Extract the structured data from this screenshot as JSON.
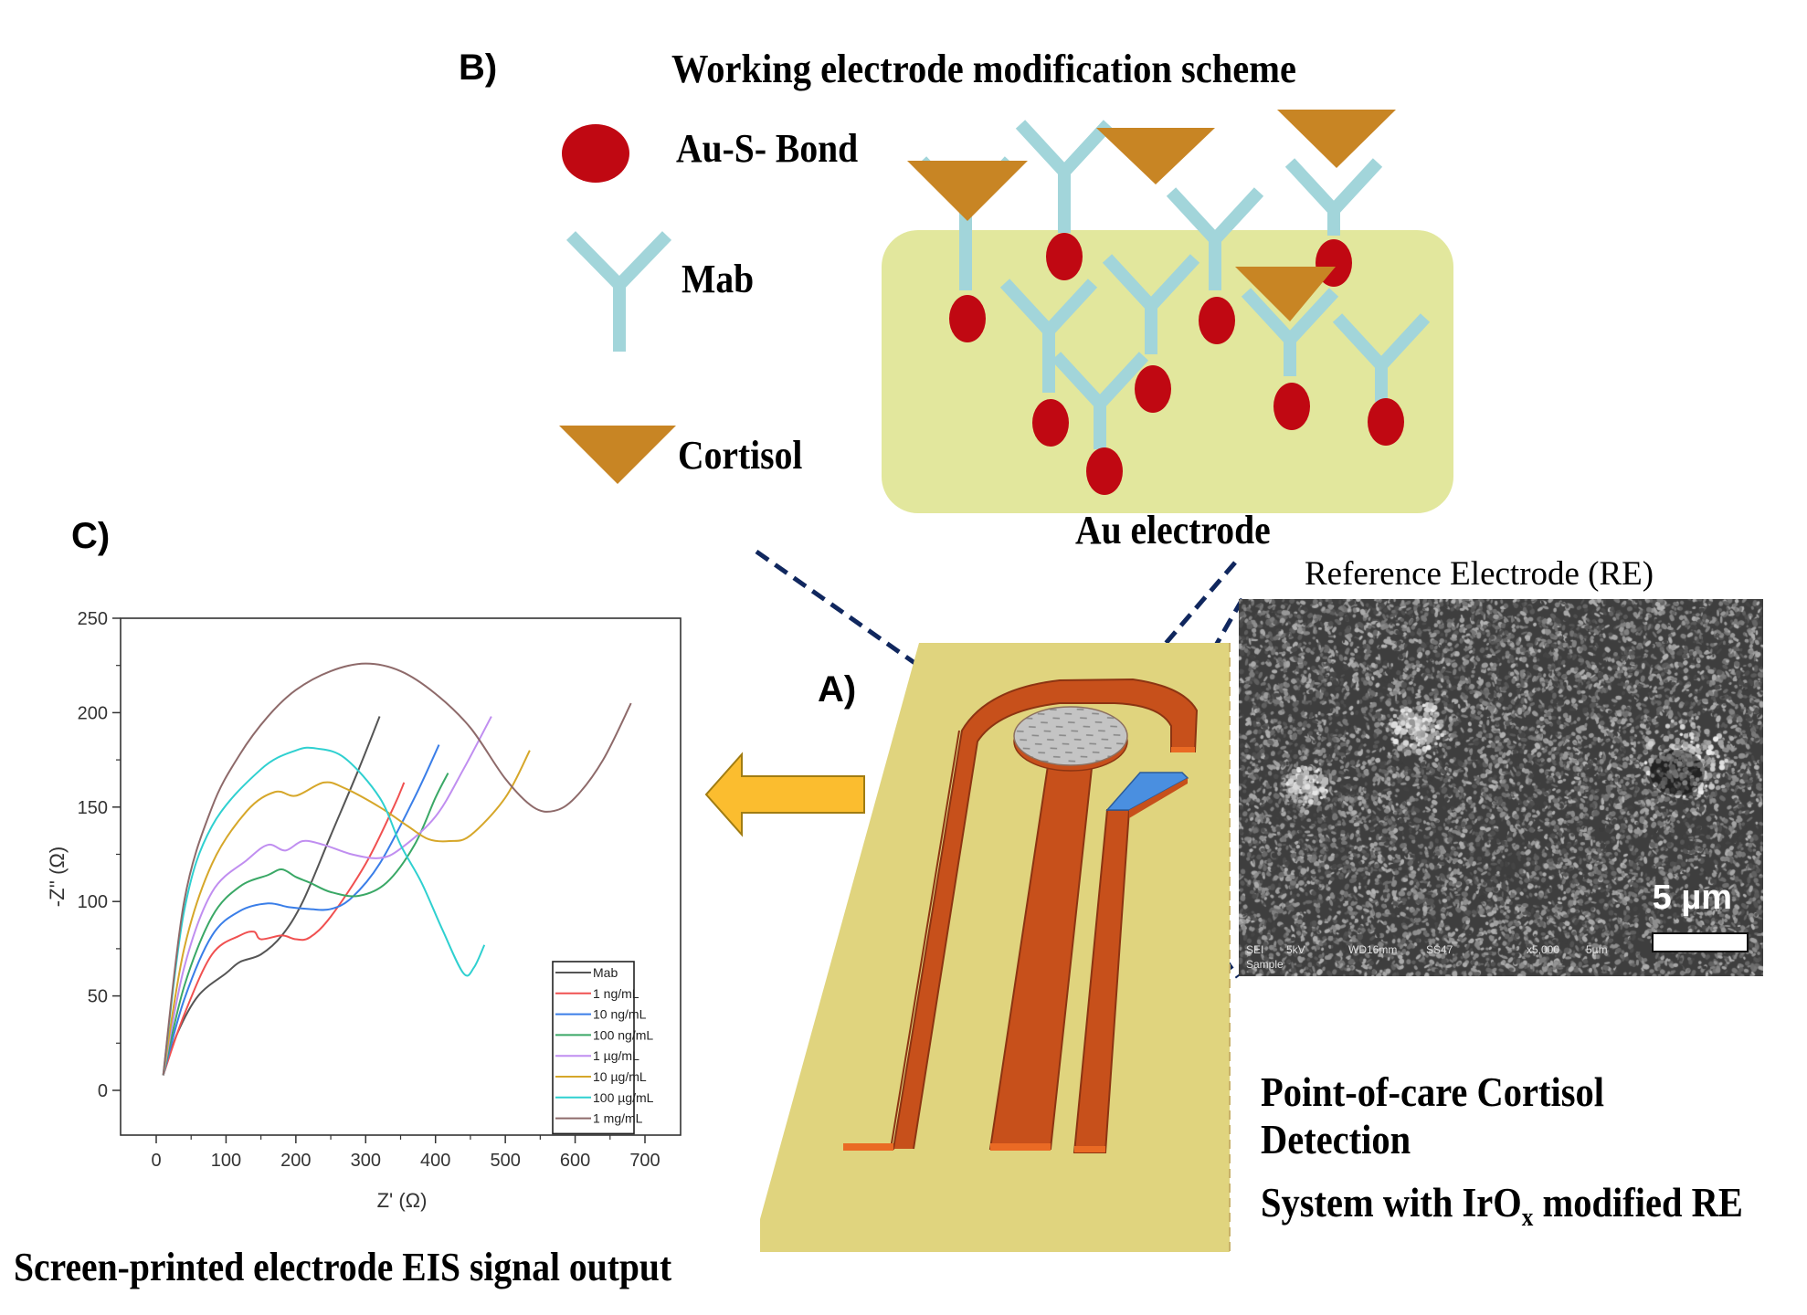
{
  "panel_b": {
    "label": "B)",
    "title": "Working electrode modification scheme",
    "legend": {
      "au_s_bond": "Au-S- Bond",
      "mab": "Mab",
      "cortisol": "Cortisol"
    },
    "electrode_label": "Au electrode",
    "colors": {
      "au_s_bond": "#c00812",
      "mab": "#a2d5da",
      "cortisol": "#c88524",
      "electrode_surface": "#e2e79d"
    }
  },
  "panel_a": {
    "label": "A)",
    "colors": {
      "substrate": "#e0d47e",
      "traces": "#c7501b",
      "trace_edge": "#ea6a24",
      "working_electrode": "#c0c0c0",
      "reference_electrode": "#4a8fe0",
      "arrow": "#fbbd2f",
      "dashed_lines": "#10275e"
    }
  },
  "sem": {
    "title": "Reference Electrode (RE)",
    "scale_label": "5 µm",
    "meta": {
      "detector": "SEI",
      "voltage": "5kV",
      "working_distance": "WD16mm",
      "spot_size": "SS47",
      "magnification": "x5,000",
      "scale": "5µm",
      "sample": "Sample"
    }
  },
  "captions": {
    "poc_line1": "Point-of-care Cortisol Detection",
    "poc_line2_prefix": "System with IrO",
    "poc_line2_sub": "x",
    "poc_line2_suffix": " modified RE",
    "eis": "Screen-printed electrode EIS signal output"
  },
  "panel_c": {
    "label": "C)"
  },
  "chart_data": {
    "type": "line",
    "title": "",
    "xlabel": "Z' (Ω)",
    "ylabel": "-Z'' (Ω)",
    "xlim": [
      -50,
      750
    ],
    "ylim": [
      -25,
      250
    ],
    "xticks": [
      0,
      100,
      200,
      300,
      400,
      500,
      600,
      700
    ],
    "yticks": [
      0,
      50,
      100,
      150,
      200,
      250
    ],
    "grid": false,
    "legend_position": "bottom-right",
    "series": [
      {
        "name": "Mab",
        "color": "#555555",
        "x": [
          10,
          30,
          60,
          100,
          120,
          150,
          180,
          210,
          250,
          290,
          320
        ],
        "y": [
          8,
          30,
          50,
          62,
          68,
          72,
          82,
          100,
          135,
          170,
          198
        ]
      },
      {
        "name": "1 ng/mL",
        "color": "#f05050",
        "x": [
          10,
          40,
          80,
          120,
          140,
          150,
          180,
          200,
          220,
          250,
          300,
          340,
          355
        ],
        "y": [
          8,
          40,
          72,
          82,
          84,
          80,
          82,
          80,
          81,
          92,
          120,
          150,
          163
        ]
      },
      {
        "name": "10 ng/mL",
        "color": "#3a7ee8",
        "x": [
          10,
          40,
          80,
          120,
          160,
          190,
          220,
          250,
          280,
          320,
          370,
          405
        ],
        "y": [
          8,
          48,
          82,
          95,
          99,
          97,
          96,
          96,
          102,
          120,
          155,
          183
        ]
      },
      {
        "name": "100 ng/mL",
        "color": "#3aa866",
        "x": [
          10,
          40,
          80,
          120,
          160,
          180,
          200,
          220,
          250,
          290,
          330,
          370,
          400,
          418
        ],
        "y": [
          8,
          55,
          92,
          108,
          114,
          117,
          113,
          110,
          105,
          103,
          110,
          130,
          155,
          168
        ]
      },
      {
        "name": "1 µg/mL",
        "color": "#c08ef0",
        "x": [
          10,
          40,
          80,
          130,
          160,
          185,
          210,
          240,
          280,
          320,
          350,
          400,
          440,
          480
        ],
        "y": [
          8,
          65,
          105,
          122,
          130,
          127,
          132,
          130,
          125,
          123,
          128,
          145,
          170,
          198
        ]
      },
      {
        "name": "10 µg/mL",
        "color": "#d6a72a",
        "x": [
          10,
          40,
          80,
          130,
          170,
          200,
          240,
          270,
          320,
          360,
          390,
          420,
          450,
          500,
          535
        ],
        "y": [
          8,
          75,
          120,
          148,
          158,
          156,
          163,
          160,
          150,
          140,
          133,
          132,
          135,
          155,
          180
        ]
      },
      {
        "name": "100 µg/mL",
        "color": "#2fd0d0",
        "x": [
          10,
          40,
          80,
          150,
          200,
          230,
          270,
          320,
          350,
          380,
          410,
          440,
          455,
          470
        ],
        "y": [
          8,
          95,
          140,
          170,
          180,
          181,
          176,
          155,
          130,
          110,
          85,
          62,
          65,
          77
        ]
      },
      {
        "name": "1 mg/mL",
        "color": "#8e6a6a",
        "x": [
          10,
          40,
          80,
          120,
          160,
          200,
          250,
          300,
          350,
          400,
          450,
          500,
          540,
          570,
          600,
          640,
          680
        ],
        "y": [
          8,
          100,
          150,
          178,
          198,
          212,
          222,
          226,
          222,
          210,
          192,
          165,
          150,
          148,
          155,
          175,
          205
        ]
      }
    ]
  }
}
